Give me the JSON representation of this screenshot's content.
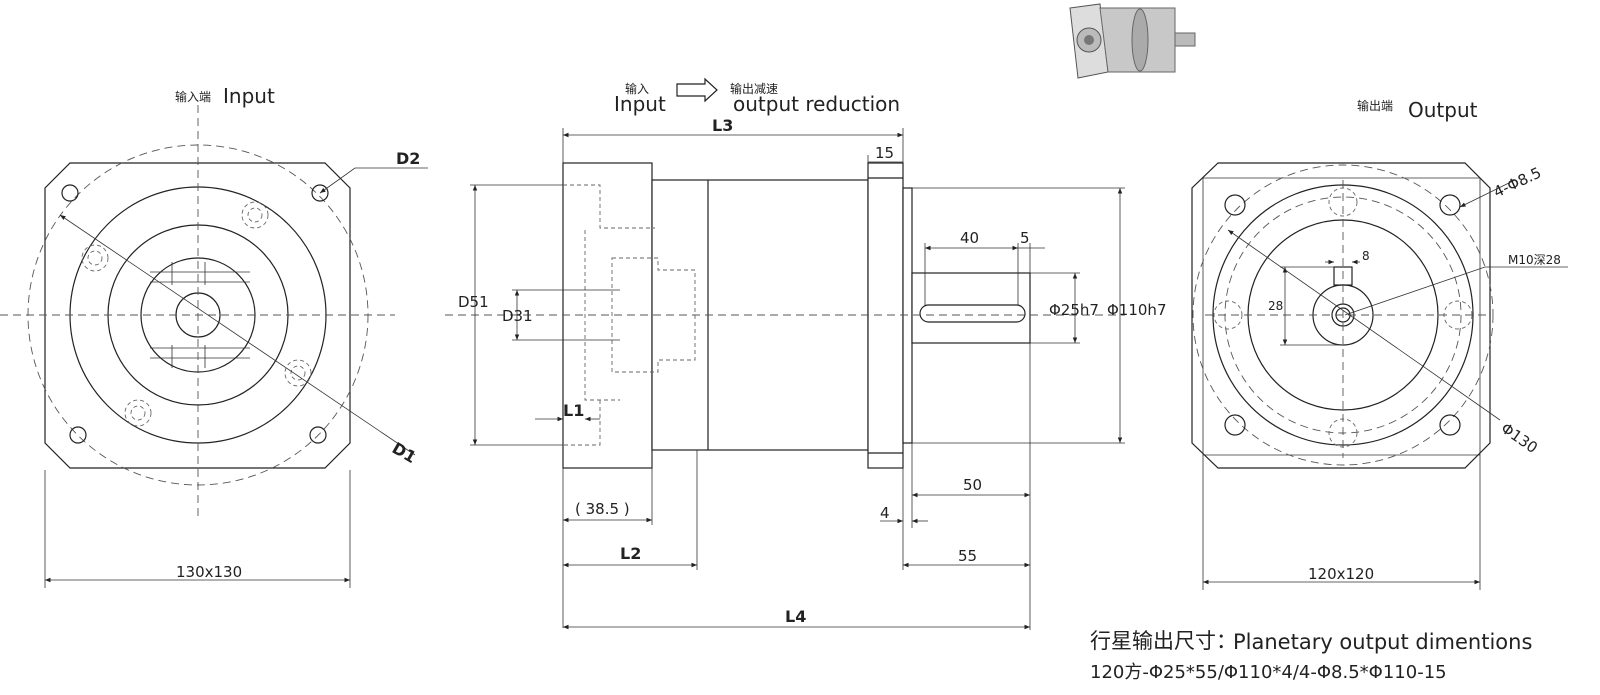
{
  "input_view": {
    "label_cn": "输入端",
    "label_en": "Input",
    "d1": "D1",
    "d2": "D2",
    "size": "130x130"
  },
  "side_view": {
    "flow_in_cn": "输入",
    "flow_in_en": "Input",
    "flow_out_cn": "输出减速",
    "flow_out_en": "output reduction",
    "l1": "L1",
    "l2": "L2",
    "l3": "L3",
    "l4": "L4",
    "d3": "D31",
    "d5": "D51",
    "dim_15": "15",
    "dim_40": "40",
    "dim_5": "5",
    "dim_50": "50",
    "dim_4": "4",
    "dim_55": "55",
    "dim_38_5": "( 38.5 )",
    "shaft_dia": "Φ25h7",
    "pilot_dia": "Φ110h7"
  },
  "output_view": {
    "label_cn": "输出端",
    "label_en": "Output",
    "holes": "4-Φ8.5",
    "thread": "M10深28",
    "key_width": "8",
    "key_height": "28",
    "pcd": "Φ130",
    "size": "120x120"
  },
  "footer": {
    "title_cn": "行星输出尺寸：",
    "title_en": "Planetary output dimentions",
    "spec": "120方-Φ25*55/Φ110*4/4-Φ8.5*Φ110-15"
  }
}
